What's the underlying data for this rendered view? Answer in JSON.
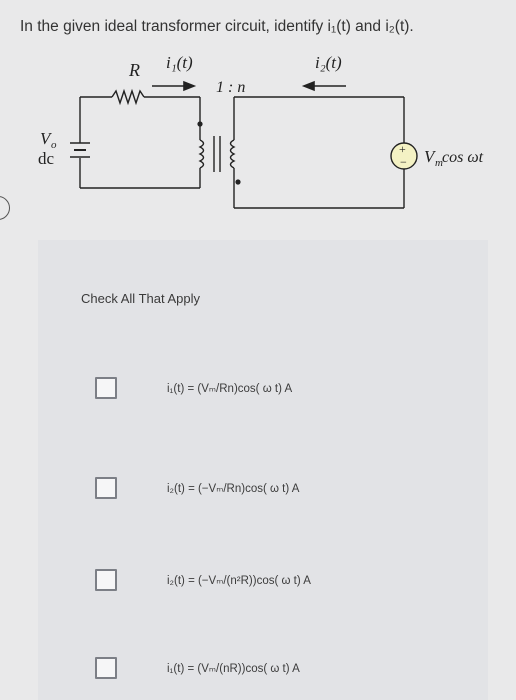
{
  "question": {
    "text": "In the given ideal transformer circuit, identify i₁(t) and i₂(t)."
  },
  "circuit": {
    "resistor_label": "R",
    "i1_label": "i₁(t)",
    "i2_label": "i₂(t)",
    "turns_ratio": "1 : n",
    "source_label_top": "V",
    "source_label_sub": "o",
    "source_label_dc": "dc",
    "ac_source_label": "V",
    "ac_source_sub": "m",
    "ac_source_rest": " cos ωt",
    "plus_sign": "+",
    "minus_sign": "−"
  },
  "instruction": "Check All That Apply",
  "options": [
    {
      "label": "i₁(t) = (Vₘ/Rn)cos( ω t) A"
    },
    {
      "label": "i₂(t) = (−Vₘ/Rn)cos( ω t) A"
    },
    {
      "label": "i₂(t) = (−Vₘ/(n²R))cos( ω t) A"
    },
    {
      "label": "i₁(t) = (Vₘ/(nR))cos( ω t) A"
    }
  ]
}
